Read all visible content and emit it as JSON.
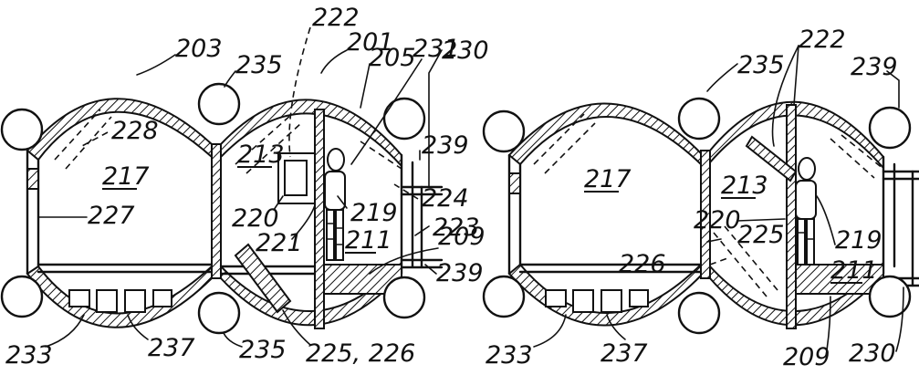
{
  "labels": {
    "l203": "203",
    "l235a": "235",
    "l222a": "222",
    "l201": "201",
    "l205": "205",
    "l231": "231",
    "l230a": "230",
    "l228": "228",
    "l239a": "239",
    "l217a": "217",
    "l213a": "213",
    "l224": "224",
    "l223": "223",
    "l220a": "220",
    "l219a": "219",
    "l227": "227",
    "l221": "221",
    "l211a": "211",
    "l209a": "209",
    "l239b": "239",
    "l233a": "233",
    "l237a": "237",
    "l235b": "235",
    "l225_226": "225, 226",
    "l222b": "222",
    "l235c": "235",
    "l239c": "239",
    "l217b": "217",
    "l213b": "213",
    "l220b": "220",
    "l219b": "219",
    "l225": "225",
    "l226": "226",
    "l211b": "211",
    "l233b": "233",
    "l237b": "237",
    "l209b": "209",
    "l230b": "230"
  }
}
